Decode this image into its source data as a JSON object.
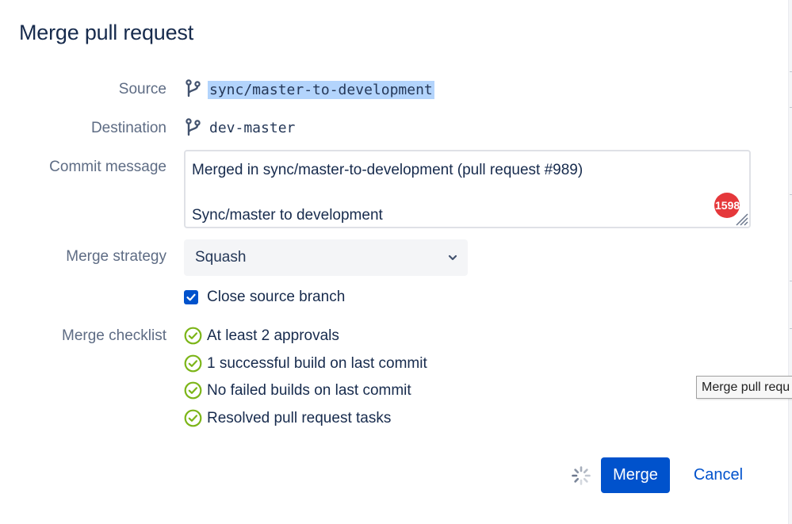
{
  "dialog": {
    "title": "Merge pull request"
  },
  "fields": {
    "source_label": "Source",
    "source_branch": "sync/master-to-development",
    "destination_label": "Destination",
    "destination_branch": "dev-master",
    "commit_label": "Commit message",
    "commit_line1": "Merged in sync/master-to-development (pull request #989)",
    "commit_line2": "",
    "commit_line3": "Sync/master to development",
    "commit_badge": "1598",
    "strategy_label": "Merge strategy",
    "strategy_value": "Squash",
    "close_source_label": "Close source branch",
    "close_source_checked": true,
    "checklist_label": "Merge checklist"
  },
  "checklist": [
    {
      "text": "At least 2 approvals",
      "status": "passed"
    },
    {
      "text": "1 successful build on last commit",
      "status": "passed"
    },
    {
      "text": "No failed builds on last commit",
      "status": "passed"
    },
    {
      "text": "Resolved pull request tasks",
      "status": "passed"
    }
  ],
  "tooltip": {
    "text": "Merge pull requ"
  },
  "actions": {
    "merge_label": "Merge",
    "cancel_label": "Cancel"
  },
  "colors": {
    "primary": "#0052cc",
    "success": "#7cb518",
    "badge": "#e5383b",
    "selection": "#b3d4fc"
  },
  "icons": {
    "branch": "branch-icon",
    "check": "check-circle-icon",
    "spinner": "spinner-icon",
    "chevron": "chevron-down-icon"
  }
}
